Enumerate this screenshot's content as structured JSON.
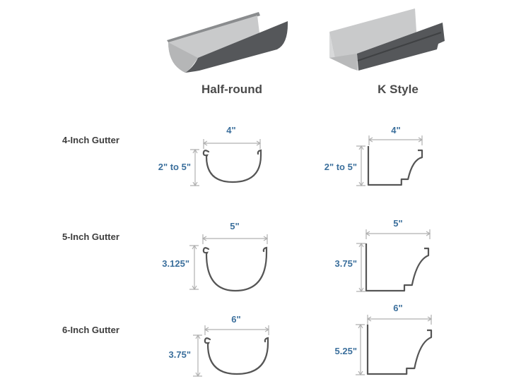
{
  "columns": [
    {
      "label": "Half-round",
      "style": "half-round"
    },
    {
      "label": "K Style",
      "style": "k-style"
    }
  ],
  "rows": [
    {
      "label": "4-Inch Gutter",
      "half_round": {
        "width": "4\"",
        "height": "2\" to 5\""
      },
      "k_style": {
        "width": "4\"",
        "height": "2\" to 5\""
      }
    },
    {
      "label": "5-Inch Gutter",
      "half_round": {
        "width": "5\"",
        "height": "3.125\""
      },
      "k_style": {
        "width": "5\"",
        "height": "3.75\""
      }
    },
    {
      "label": "6-Inch Gutter",
      "half_round": {
        "width": "6\"",
        "height": "3.75\""
      },
      "k_style": {
        "width": "6\"",
        "height": "5.25\""
      }
    }
  ],
  "colors": {
    "label": "#3b6f9c",
    "text": "#3d3d3d",
    "profile": "#555555",
    "dimension_line": "#b0b0b0",
    "gutter_dark": "#555759",
    "gutter_light": "#c9cacb"
  }
}
